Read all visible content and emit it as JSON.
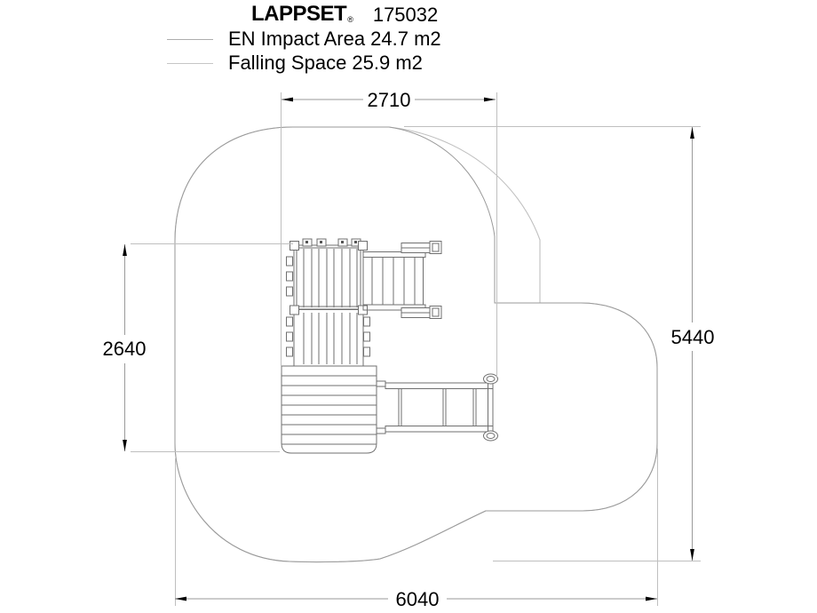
{
  "header": {
    "brand": "LAPPSET",
    "registered_mark": "®",
    "model_number": "175032"
  },
  "legend": {
    "impact_area": "EN Impact Area 24.7 m2",
    "falling_space": "Falling Space 25.9 m2"
  },
  "dimensions": {
    "equipment_width_mm": "2710",
    "equipment_depth_mm": "2640",
    "safety_area_depth_mm": "5440",
    "safety_area_width_mm": "6040"
  },
  "colors": {
    "impact_outline": "#9a9a9a",
    "falling_outline": "#c0c0c0",
    "equipment_line": "#6f6f6f",
    "dimension_line": "#9a9a9a",
    "extension_line": "#bfbfbf",
    "text": "#000000",
    "background": "#ffffff"
  }
}
